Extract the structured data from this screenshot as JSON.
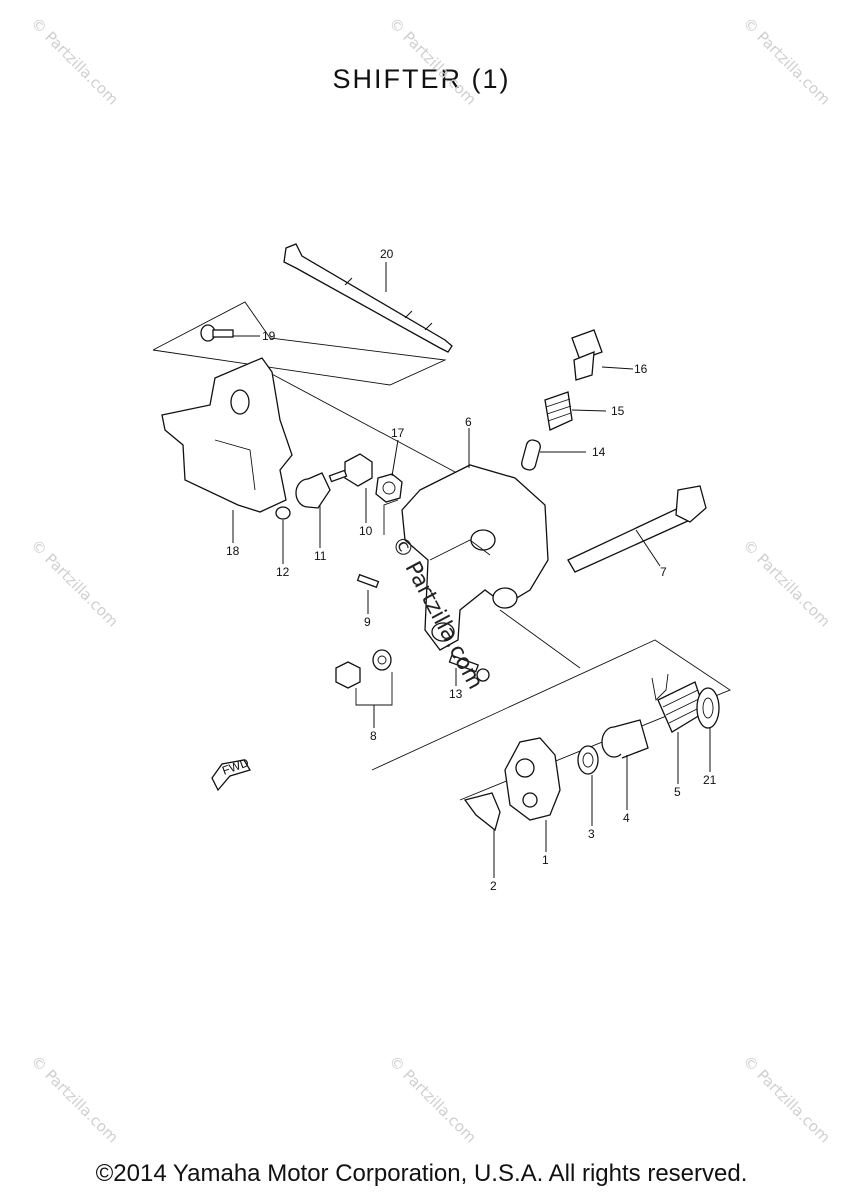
{
  "title": "SHIFTER (1)",
  "copyright": "©2014 Yamaha Motor Corporation, U.S.A. All rights reserved.",
  "watermark": "© Partzilla.com",
  "callouts": [
    "1",
    "2",
    "3",
    "4",
    "5",
    "6",
    "7",
    "8",
    "9",
    "10",
    "11",
    "12",
    "13",
    "14",
    "15",
    "16",
    "17",
    "18",
    "19",
    "20",
    "21"
  ],
  "fwd_label": "FWD"
}
